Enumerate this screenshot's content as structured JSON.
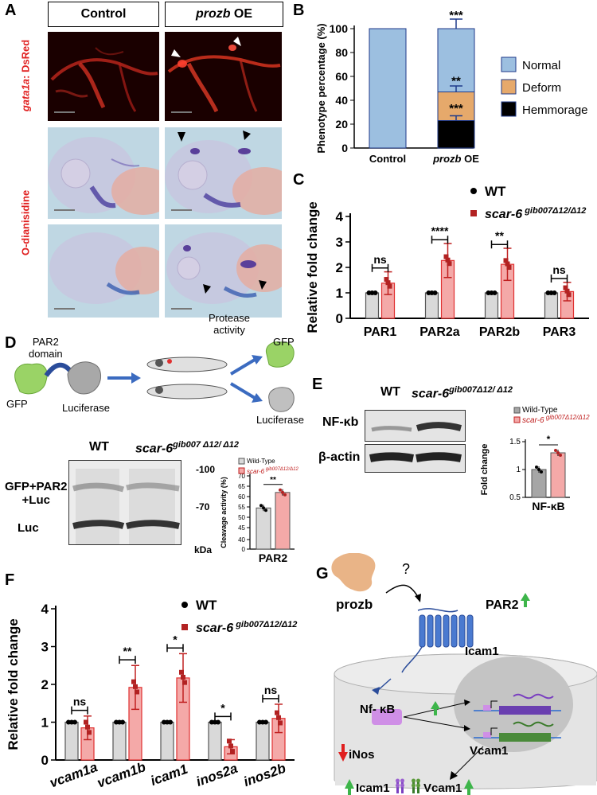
{
  "panelA": {
    "label": "A",
    "header_control": "Control",
    "header_prozb": "prozb",
    "header_oe": " OE",
    "row1_label_italic": "gata1a",
    "row1_label_rest": ": DsRed",
    "row2_label": "O-dianisidine"
  },
  "panelB": {
    "label": "B",
    "chart_data": {
      "type": "bar",
      "stacked": true,
      "categories": [
        "Control",
        "prozb OE"
      ],
      "ylabel": "Phenotype percentage (%)",
      "ylim": [
        0,
        100
      ],
      "yticks": [
        0,
        20,
        40,
        60,
        80,
        100
      ],
      "series": [
        {
          "name": "Hemmorage",
          "values": [
            0,
            23
          ],
          "color": "#000000"
        },
        {
          "name": "Deform",
          "values": [
            0,
            24
          ],
          "color": "#e6a96b"
        },
        {
          "name": "Normal",
          "values": [
            100,
            53
          ],
          "color": "#9cbfe0"
        }
      ],
      "significance": [
        "***",
        "**",
        "***"
      ],
      "legend_position": "right"
    }
  },
  "panelC": {
    "label": "C",
    "chart_data": {
      "type": "bar",
      "categories": [
        "PAR1",
        "PAR2a",
        "PAR2b",
        "PAR3"
      ],
      "ylabel": "Relative fold change",
      "ylim": [
        0,
        4
      ],
      "yticks": [
        0,
        1,
        2,
        3,
        4
      ],
      "series": [
        {
          "name": "WT",
          "values": [
            1,
            1,
            1,
            1
          ],
          "color": "#d9d9d9"
        },
        {
          "name": "scar-6",
          "name_sup": "gib007Δ12/Δ12",
          "values": [
            1.38,
            2.27,
            2.12,
            1.05
          ],
          "color": "#f4a9a8"
        }
      ],
      "significance": [
        "ns",
        "****",
        "**",
        "ns"
      ],
      "legend_position": "top-right"
    }
  },
  "panelD": {
    "label": "D",
    "par2_domain": "PAR2\ndomain",
    "gfp": "GFP",
    "luciferase": "Luciferase",
    "protease_activity": "Protease\nactivity",
    "gfp_right": "GFP",
    "luciferase_right": "Luciferase",
    "wb_wt": "WT",
    "wb_mut": "scar-6",
    "wb_mut_sup": "gib007 Δ12/ Δ12",
    "band1": "GFP+PAR2\n+Luc",
    "band2": "Luc",
    "mw_100": "-100",
    "mw_70": "-70",
    "kda": "kDa",
    "chart_data": {
      "type": "bar",
      "categories": [
        "PAR2"
      ],
      "ylabel": "Cleavage activity (%)",
      "ylim": [
        0,
        70
      ],
      "yticks": [
        0,
        40,
        45,
        50,
        55,
        60,
        65,
        70
      ],
      "axis_break": [
        0,
        40
      ],
      "series": [
        {
          "name": "Wild-Type",
          "values": [
            54.5
          ],
          "color": "#d9d9d9"
        },
        {
          "name": "scar-6",
          "name_sup": "gib007Δ12/Δ12",
          "values": [
            62
          ],
          "color": "#f4a9a8"
        }
      ],
      "significance": [
        "**"
      ],
      "legend_position": "top"
    }
  },
  "panelE": {
    "label": "E",
    "wb_wt": "WT",
    "wb_mut": "scar-6",
    "wb_mut_sup": "gib007Δ12/ Δ12",
    "row1": "NF-κb",
    "row2": "β-actin",
    "chart_data": {
      "type": "bar",
      "categories": [
        "NF-κB"
      ],
      "ylabel": "Fold change",
      "ylim": [
        0.5,
        1.5
      ],
      "yticks": [
        0.5,
        1.0,
        1.5
      ],
      "series": [
        {
          "name": "Wild-Type",
          "values": [
            1.0
          ],
          "color": "#a6a6a6"
        },
        {
          "name": "scar-6",
          "name_sup": "gib007Δ12/Δ12",
          "values": [
            1.3
          ],
          "color": "#f4a9a8"
        }
      ],
      "significance": [
        "*"
      ],
      "legend_position": "top"
    }
  },
  "panelF": {
    "label": "F",
    "chart_data": {
      "type": "bar",
      "categories": [
        "vcam1a",
        "vcam1b",
        "icam1",
        "inos2a",
        "inos2b"
      ],
      "ylabel": "Relative fold change",
      "ylim": [
        0,
        4
      ],
      "yticks": [
        0,
        1,
        2,
        3,
        4
      ],
      "series": [
        {
          "name": "WT",
          "values": [
            1,
            1,
            1,
            1,
            1
          ],
          "color": "#d9d9d9"
        },
        {
          "name": "scar-6",
          "name_sup": "gib007Δ12/Δ12",
          "values": [
            0.85,
            1.92,
            2.17,
            0.35,
            1.1
          ],
          "color": "#f4a9a8"
        }
      ],
      "significance": [
        "ns",
        "**",
        "*",
        "*",
        "ns"
      ],
      "legend_position": "top-right"
    }
  },
  "panelG": {
    "label": "G",
    "prozb": "prozb",
    "question": "?",
    "par2": "PAR2",
    "icam1": "Icam1",
    "nfkb": "Nf- κB",
    "vcam1": "Vcam1",
    "inos": "iNos",
    "icam1_bottom": "Icam1",
    "vcam1_bottom": "Vcam1",
    "up_color": "#3db54a",
    "down_color": "#e02020"
  }
}
